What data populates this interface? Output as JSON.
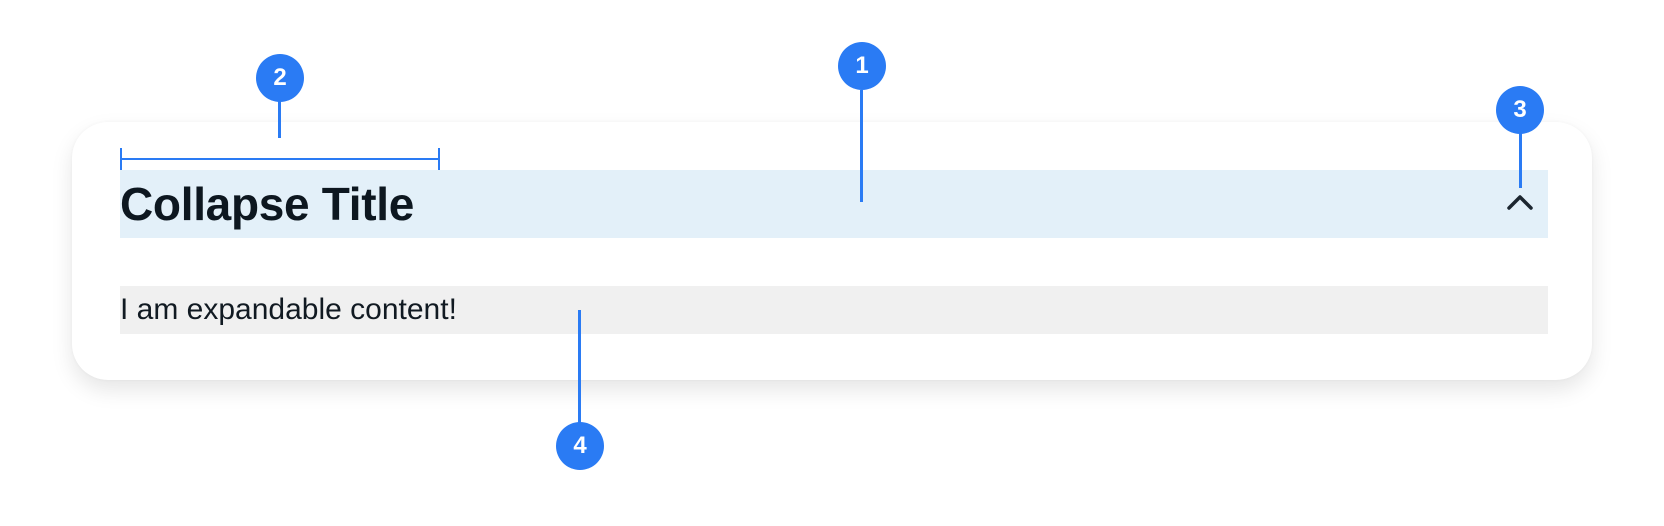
{
  "collapse": {
    "title": "Collapse Title",
    "content": "I am expandable content!",
    "toggle_icon": "chevron-up-icon",
    "expanded": true
  },
  "annotations": {
    "marker_1": "1",
    "marker_2": "2",
    "marker_3": "3",
    "marker_4": "4"
  },
  "colors": {
    "accent": "#2a7bf4",
    "header_background": "#e3f0f9",
    "content_background": "#f0f0f0",
    "title_text": "#0d1720"
  }
}
